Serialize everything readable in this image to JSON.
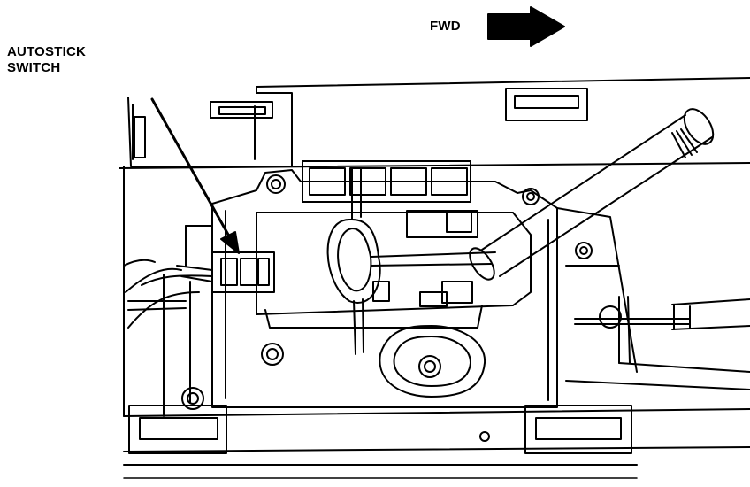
{
  "labels": {
    "callout_line1": "AUTOSTICK",
    "callout_line2": "SWITCH",
    "direction": "FWD"
  },
  "colors": {
    "ink": "#000000",
    "paper": "#ffffff"
  }
}
